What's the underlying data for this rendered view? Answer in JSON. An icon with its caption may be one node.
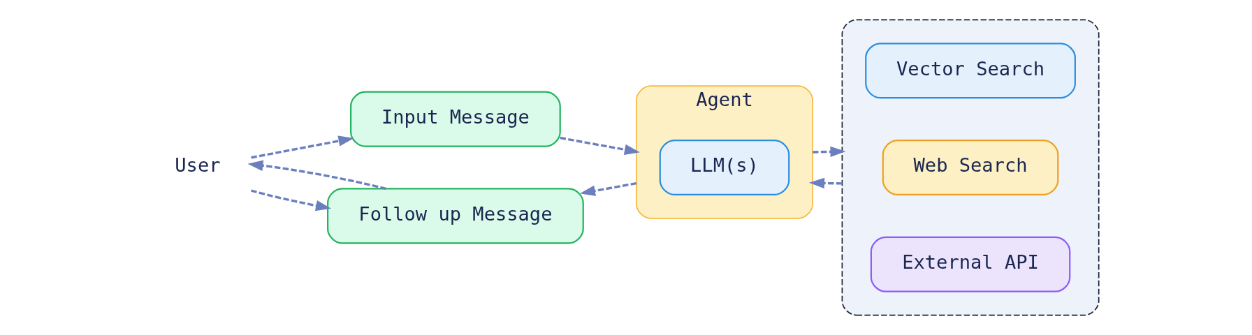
{
  "diagram": {
    "nodes": [
      {
        "text": [
          "User"
        ]
      },
      {
        "text": [
          "Input Message"
        ]
      },
      {
        "text": [
          "Follow up Message"
        ]
      },
      {
        "text": [
          "Agent"
        ]
      },
      {
        "text": [
          "LLM(s)"
        ],
        "in": 3
      },
      {
        "text": [],
        "shape": "box"
      },
      {
        "text": [
          "Vector Search"
        ],
        "in": 5
      },
      {
        "text": [
          "Web Search"
        ],
        "in": 5
      },
      {
        "text": [
          "External API"
        ],
        "in": 5
      }
    ],
    "edges": [
      {
        "from": 0,
        "to": 1,
        "arrow": "to",
        "style": "dashed"
      },
      {
        "from": 1,
        "to": 3,
        "arrow": "to",
        "style": "dashed"
      },
      {
        "from": 3,
        "to": 2,
        "arrow": "to",
        "style": "dashed"
      },
      {
        "from": 2,
        "to": 0,
        "arrow": "to",
        "style": "dashed"
      },
      {
        "from": 0,
        "to": 2,
        "arrow": "to",
        "style": "dashed"
      },
      {
        "from": 3,
        "to": 5,
        "arrow": "to",
        "style": "dashed"
      },
      {
        "from": 5,
        "to": 3,
        "arrow": "to",
        "style": "dashed"
      }
    ]
  }
}
